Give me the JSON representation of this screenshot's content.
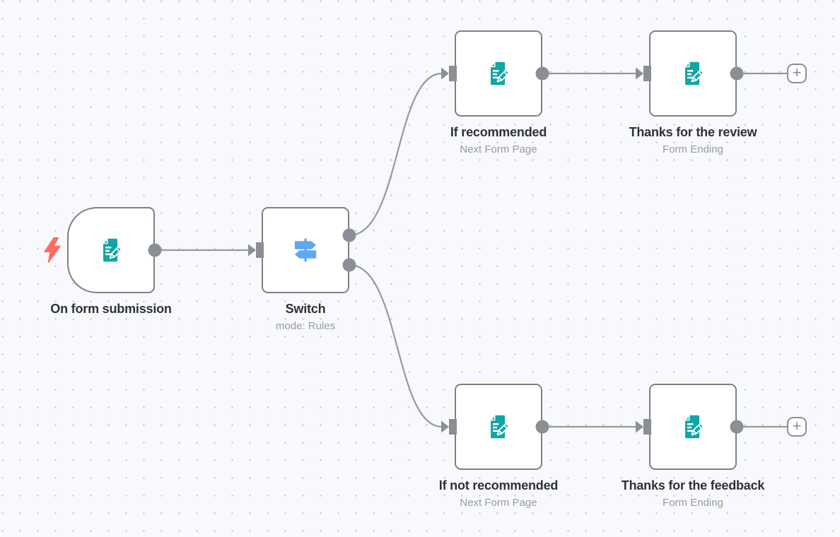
{
  "app": {
    "name": "workflow editor canvas"
  },
  "colors": {
    "canvas_background": "#f8f9fc",
    "grid_dot": "#c6c9d2",
    "node_border": "#7d8086",
    "connector_gray": "#8b8e93",
    "connection_line": "#98999d",
    "form_icon_teal": "#11a5a5",
    "switch_icon_blue": "#62a7f2",
    "trigger_bolt_coral": "#ff6c5e",
    "title_text": "#2f3138",
    "subtitle_text": "#979aa2"
  },
  "nodes": [
    {
      "title": "On form submission",
      "subtitle": "",
      "type": "form_trigger",
      "icon": "form-pencil-icon"
    },
    {
      "title": "Switch",
      "subtitle": "mode: Rules",
      "type": "switch",
      "icon": "signpost-icon"
    },
    {
      "title": "If recommended",
      "subtitle": "Next Form Page",
      "type": "form_page",
      "icon": "form-pencil-icon"
    },
    {
      "title": "Thanks for the review",
      "subtitle": "Form Ending",
      "type": "form_ending",
      "icon": "form-pencil-icon"
    },
    {
      "title": "If not recommended",
      "subtitle": "Next Form Page",
      "type": "form_page",
      "icon": "form-pencil-icon"
    },
    {
      "title": "Thanks for the feedback",
      "subtitle": "Form Ending",
      "type": "form_ending",
      "icon": "form-pencil-icon"
    }
  ],
  "connections": [
    {
      "from": "On form submission",
      "to": "Switch"
    },
    {
      "from": "Switch",
      "output": 0,
      "to": "If recommended"
    },
    {
      "from": "Switch",
      "output": 1,
      "to": "If not recommended"
    },
    {
      "from": "If recommended",
      "to": "Thanks for the review"
    },
    {
      "from": "If not recommended",
      "to": "Thanks for the feedback"
    }
  ],
  "add_button": {
    "label": "+"
  }
}
